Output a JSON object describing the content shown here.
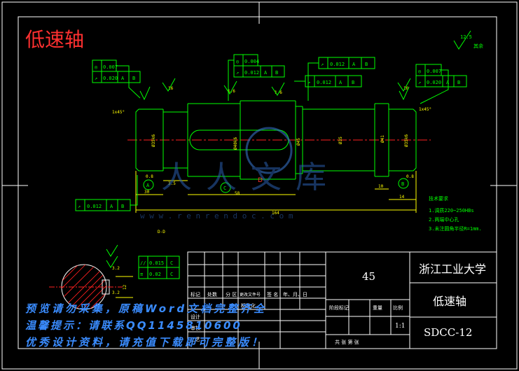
{
  "drawing": {
    "title_watermark": "低速轴",
    "site_watermark": "人人文库",
    "url_watermark": "w w w . r e n r e n d o c . c o m",
    "surface_finish_corner": "12.5",
    "surface_finish_corner_note": "其余",
    "dims": {
      "len_30": "30",
      "len_35": "3.5",
      "len_58": "58",
      "len_164": "164",
      "len_10": "10",
      "len_14": "14",
      "len_16a": "16",
      "len_16b": "16",
      "len_16c": "1.6",
      "len_16d": "1.6",
      "len_16e": "16",
      "chamfer_left": "1x45°",
      "chamfer_right": "1x45°",
      "dia_left": "Ø35k6",
      "dia_mid": "Ø40k6",
      "dia_45": "Ø45",
      "dia_35": "Ø35",
      "dia_41": "Ø41",
      "dia_right": "Ø35k6",
      "sec_32a": "3.2",
      "sec_32b": "3.2",
      "sec_12": "12",
      "sec_32c": "32",
      "section_label": "D-D",
      "ra_left": "0.8",
      "ra_right": "0.8"
    },
    "datums": {
      "a": "A",
      "b": "B",
      "c": "C",
      "d": "D"
    },
    "fcf": [
      {
        "sym": "◎",
        "tol": "0.007",
        "refs": []
      },
      {
        "sym": "↗",
        "tol": "0.020",
        "refs": [
          "A",
          "B"
        ]
      },
      {
        "sym": "◎",
        "tol": "0.004",
        "refs": []
      },
      {
        "sym": "↗",
        "tol": "0.012",
        "refs": [
          "A",
          "B"
        ]
      },
      {
        "sym": "↗",
        "tol": "0.012",
        "refs": [
          "A",
          "B"
        ]
      },
      {
        "sym": "↗",
        "tol": "0.012",
        "refs": [
          "A",
          "B"
        ]
      },
      {
        "sym": "◎",
        "tol": "0.007",
        "refs": []
      },
      {
        "sym": "↗",
        "tol": "0.020",
        "refs": [
          "A",
          "B"
        ]
      },
      {
        "sym": "↗",
        "tol": "0.012",
        "refs": [
          "A",
          "B"
        ]
      },
      {
        "sym": "//",
        "tol": "0.015",
        "refs": [
          "C"
        ]
      },
      {
        "sym": "≡",
        "tol": "0.02",
        "refs": [
          "C"
        ]
      }
    ],
    "tech_req": {
      "title": "技术要求",
      "lines": [
        "1.调质220~250HBs",
        "2.两端中心孔",
        "3.未注圆角半径R=1mm."
      ]
    }
  },
  "title_block": {
    "material": "45",
    "university": "浙江工业大学",
    "part_name": "低速轴",
    "drawing_no": "SDCC-12",
    "scale": "1:1",
    "headers": [
      "标记",
      "处数",
      "分 区",
      "更改文件号",
      "签 名",
      "年、月、日"
    ],
    "review": "审核",
    "process": "工艺",
    "stage_mark": "阶段标记",
    "weight": "重量",
    "ratio": "比例",
    "sheets": "共   张   第   张",
    "design_row": "设计",
    "std_row": "标准化"
  },
  "overlay": {
    "line1": "预览请勿采集，原稿Word文档完整齐全",
    "line2": "温馨提示：请联系QQ1145810600",
    "line3": "优秀设计资料，请充值下载即可完整版！"
  },
  "colors": {
    "cad": "#00ff00",
    "border": "#ffffff",
    "dims": "#ffff00",
    "center": "#ff2020",
    "overlay": "#3a8cff"
  }
}
